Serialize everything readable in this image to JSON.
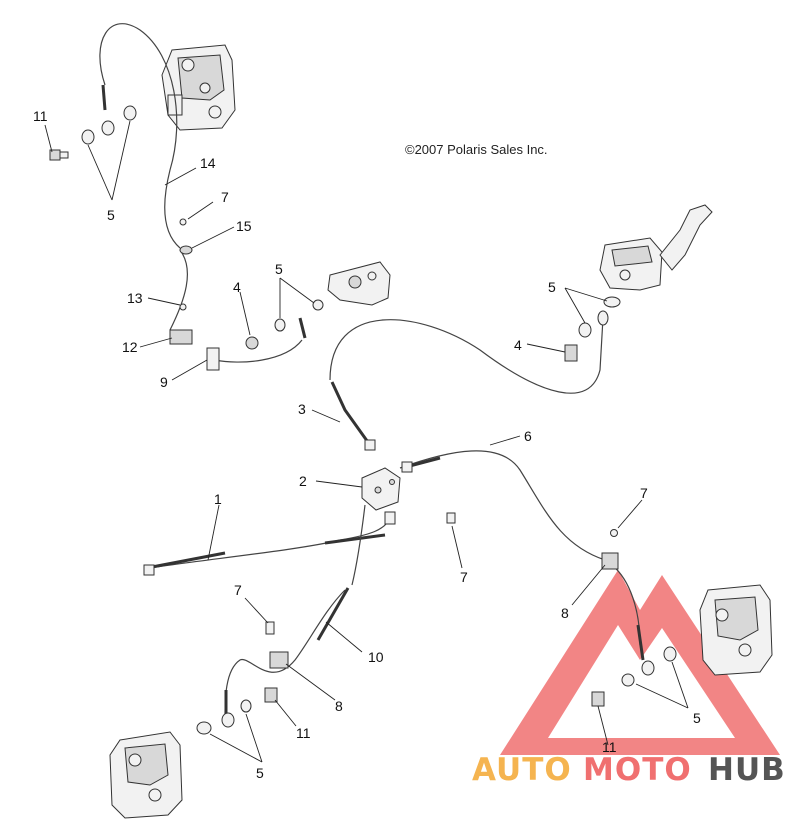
{
  "copyright": "©2007 Polaris Sales Inc.",
  "watermark": {
    "auto": "AUTO",
    "moto": "MOTO",
    "hub": "HUB",
    "colors": {
      "triangle": "#f07070",
      "auto": "#f5b450",
      "moto": "#f07070",
      "hub": "#555555"
    }
  },
  "callouts": {
    "c1": "1",
    "c2": "2",
    "c3": "3",
    "c4a": "4",
    "c4b": "4",
    "c5a": "5",
    "c5b": "5",
    "c5c": "5",
    "c5d": "5",
    "c5e": "5",
    "c6": "6",
    "c7a": "7",
    "c7b": "7",
    "c7c": "7",
    "c7d": "7",
    "c8a": "8",
    "c8b": "8",
    "c9": "9",
    "c10": "10",
    "c11a": "11",
    "c11b": "11",
    "c11c": "11",
    "c12": "12",
    "c13": "13",
    "c14": "14",
    "c15": "15"
  }
}
